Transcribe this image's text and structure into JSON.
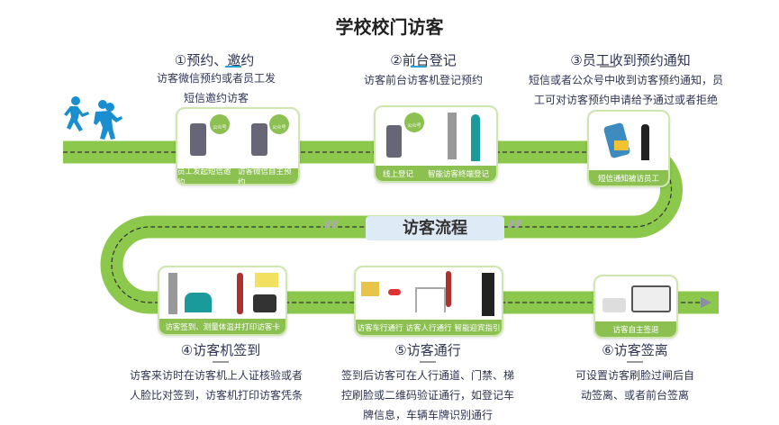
{
  "title": "学校校门访客",
  "banner": {
    "label": "访客流程",
    "open_quote": "“",
    "close_quote": "”"
  },
  "steps": [
    {
      "title": "①预约、邀约",
      "desc": [
        "访客微信预约或者员工发",
        "短信邀约访客"
      ],
      "captions": [
        "员工发起短信邀约",
        "访客微信自主预约"
      ],
      "badge": "公众号"
    },
    {
      "title": "②前台登记",
      "desc": [
        "访客前台访客机登记预约"
      ],
      "captions": [
        "线上登记",
        "智能访客终端登记"
      ],
      "badge": "公众号"
    },
    {
      "title": "③员工收到预约通知",
      "desc": [
        "短信或者公众号中收到访客预约通知，员",
        "工可对访客预约申请给予通过或者拒绝"
      ],
      "captions": [
        "短信通知被访员工"
      ]
    },
    {
      "title": "④访客机签到",
      "desc": [
        "访客来访时在访客机上人证核验或者",
        "人脸比对签到，访客机打印访客凭条"
      ],
      "captions": [
        "访客签到、测量体温并打印访客卡"
      ]
    },
    {
      "title": "⑤访客通行",
      "desc": [
        "签到后访客可在人行通道、门禁、梯",
        "控刷脸或二维码验证通行，如登记车",
        "牌信息，车辆车牌识别通行"
      ],
      "captions": [
        "访客车行通行",
        "访客人行通行",
        "智能迎宾指引"
      ]
    },
    {
      "title": "⑥访客签离",
      "desc": [
        "可设置访客刷脸过闸后自",
        "动签离、或者前台签离"
      ],
      "captions": [
        "访客自主签退"
      ]
    }
  ],
  "colors": {
    "road": "#8cc84b",
    "accent": "#29a3d6",
    "walker": "#1a8fd0",
    "banner_bg": "#deeaf5"
  }
}
